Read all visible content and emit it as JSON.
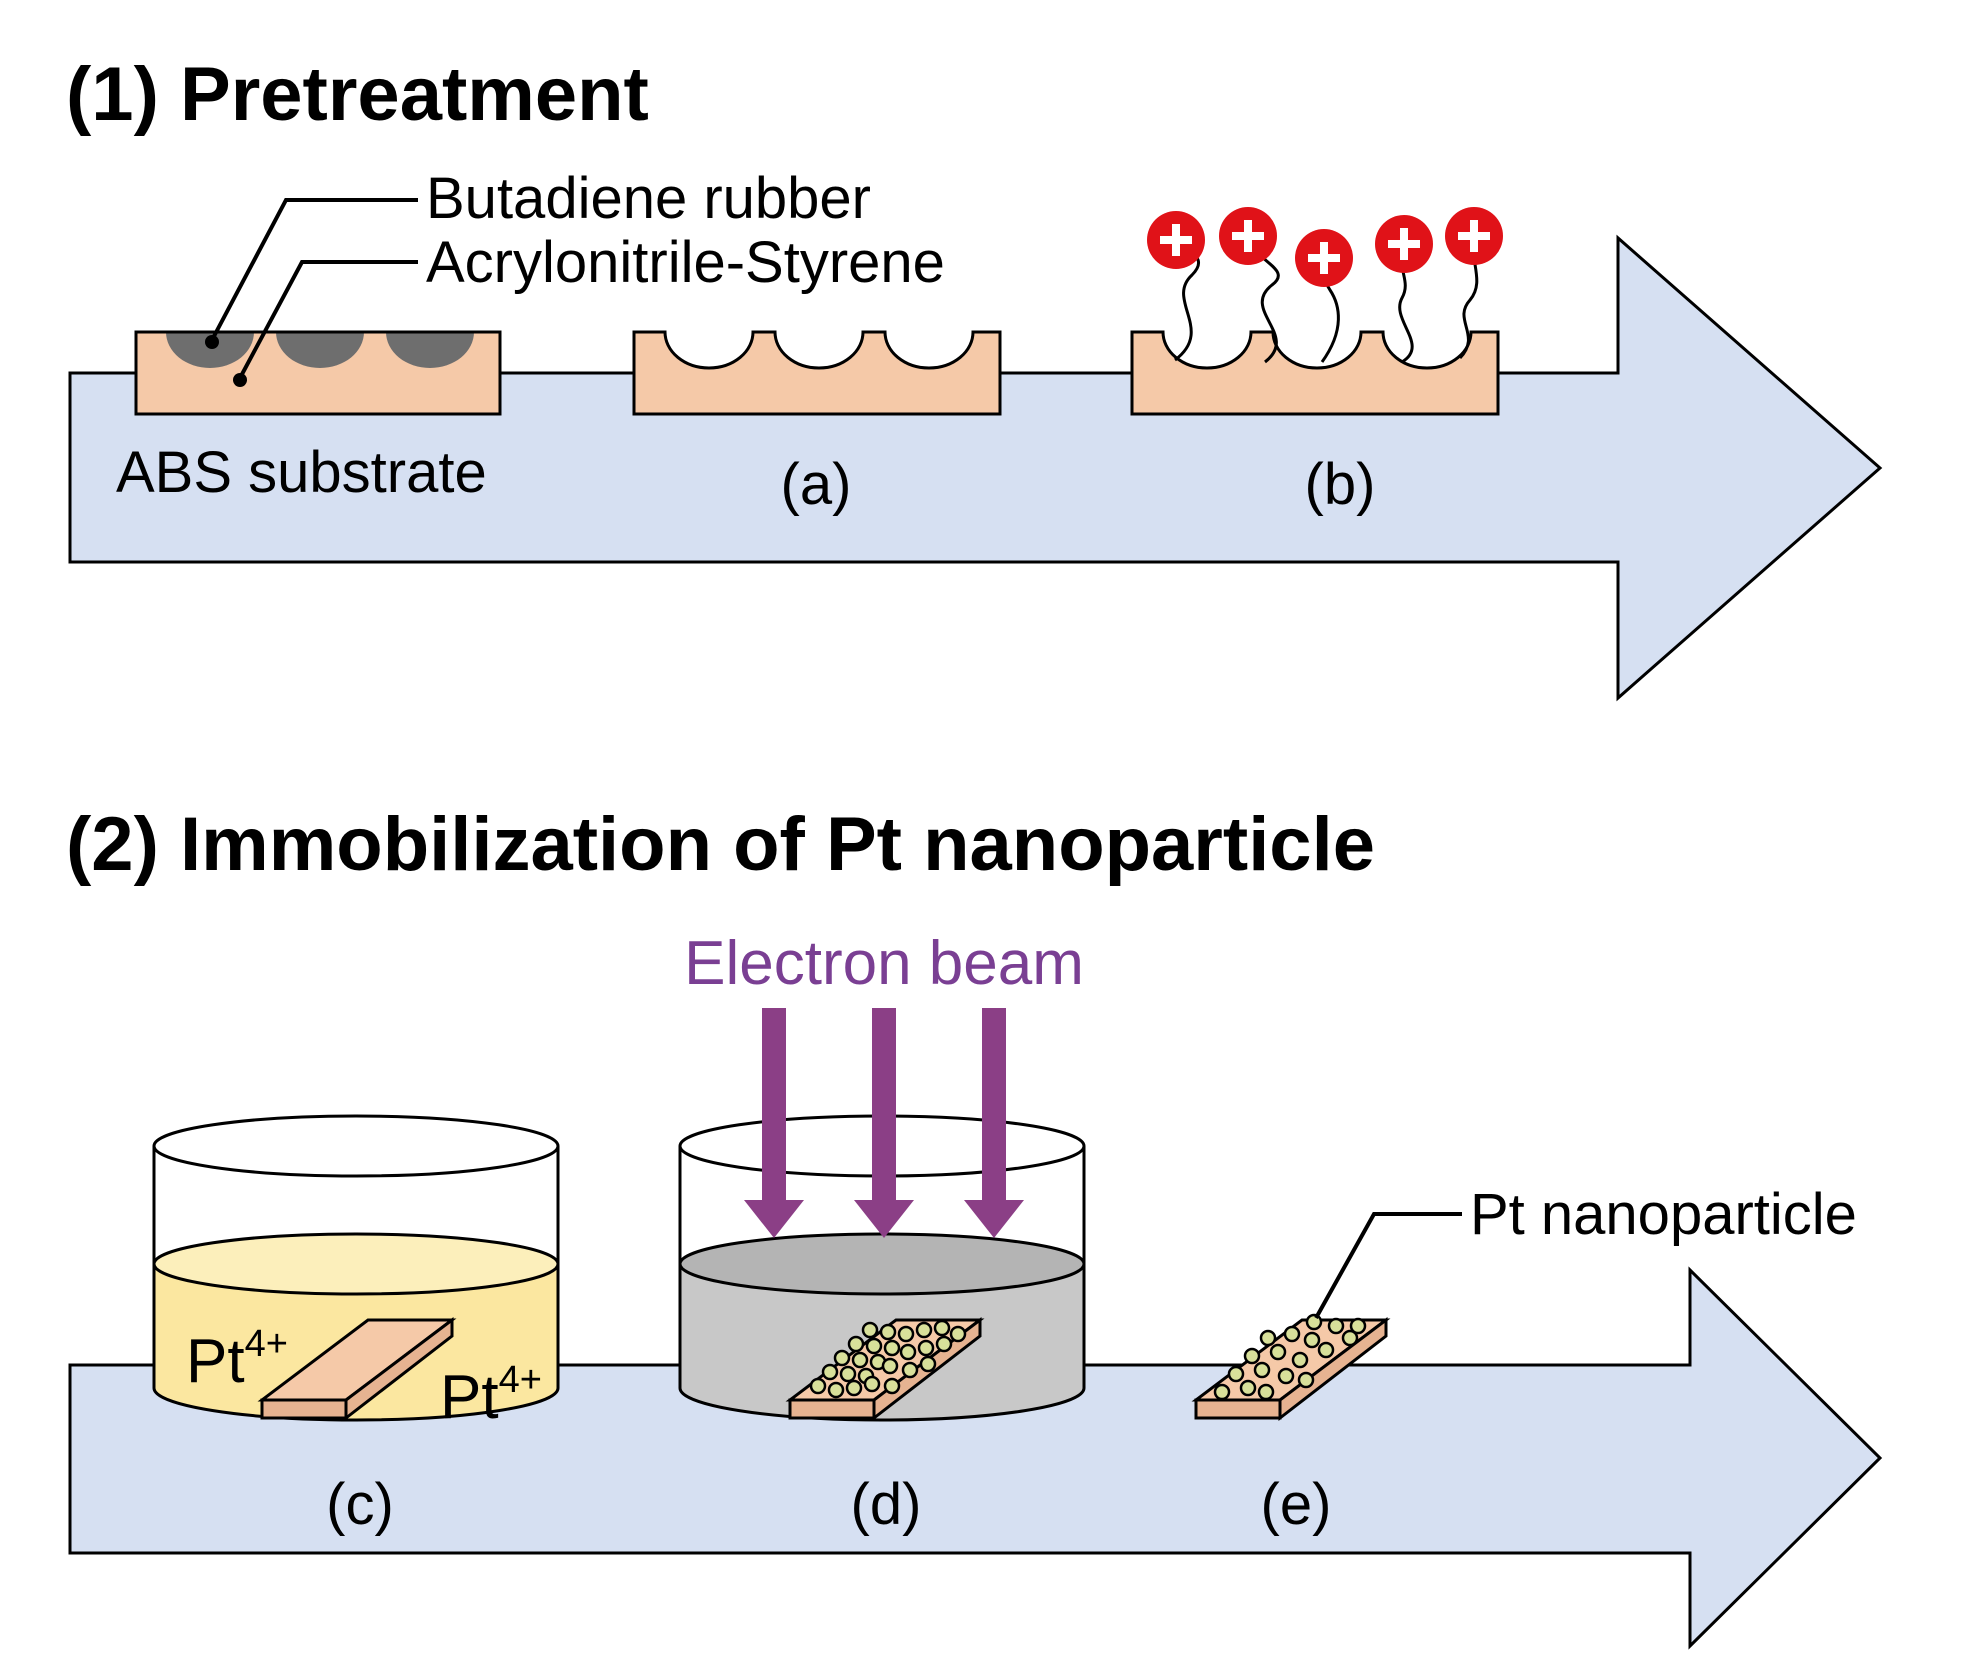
{
  "sections": [
    {
      "heading": "(1) Pretreatment",
      "labels": {
        "butadiene": "Butadiene rubber",
        "acrylonitrile": "Acrylonitrile-Styrene",
        "substrate": "ABS substrate"
      },
      "steps": [
        "(a)",
        "(b)"
      ]
    },
    {
      "heading": "(2) Immobilization of Pt nanoparticle",
      "labels": {
        "beam": "Electron beam",
        "ion_left": "Pt",
        "ion_left_sup": "4+",
        "ion_right": "Pt",
        "ion_right_sup": "4+",
        "nanoparticle": "Pt nanoparticle"
      },
      "steps": [
        "(c)",
        "(d)",
        "(e)"
      ]
    }
  ],
  "colors": {
    "arrow_fill": "#d6e0f2",
    "substrate_fill": "#f5c9a8",
    "rubber_fill": "#6e6e6e",
    "cation_fill": "#e01218",
    "solution_yellow": "#fbe7a0",
    "solution_gray": "#c8c8c8",
    "beam_purple": "#8b3f86",
    "particle_fill": "#d8e09a"
  },
  "icons": [
    "plus-cation-icon",
    "electron-beam-arrow-icon",
    "beaker-icon"
  ]
}
